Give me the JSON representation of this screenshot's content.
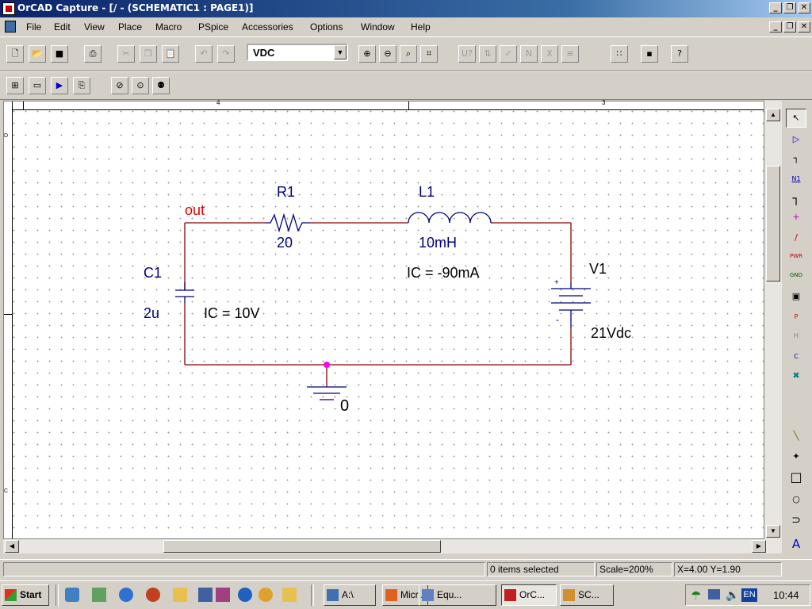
{
  "window": {
    "title": "OrCAD Capture - [/ - (SCHEMATIC1 : PAGE1)]"
  },
  "menu": [
    "File",
    "Edit",
    "View",
    "Place",
    "Macro",
    "PSpice",
    "Accessories",
    "Options",
    "Window",
    "Help"
  ],
  "toolbar": {
    "part_combo_value": "VDC"
  },
  "ruler": {
    "top_left_number": "4",
    "top_right_number": "3",
    "side_top_letter": "D",
    "side_bottom_letter": "C"
  },
  "schematic": {
    "net_out_label": "out",
    "r1": {
      "ref": "R1",
      "value": "20"
    },
    "l1": {
      "ref": "L1",
      "value": "10mH",
      "ic": "IC = -90mA"
    },
    "c1": {
      "ref": "C1",
      "value": "2u",
      "ic": "IC = 10V"
    },
    "v1": {
      "ref": "V1",
      "value": "21Vdc"
    },
    "ground_label": "0",
    "colors": {
      "wire": "#8b0000",
      "label": "#00007b",
      "net_label": "#e00000",
      "junction": "#ff00ff"
    }
  },
  "palette": [
    "select-icon",
    "place-part-icon",
    "place-wire-icon",
    "place-net-alias-icon",
    "place-bus-icon",
    "place-junction-icon",
    "place-bus-entry-icon",
    "place-power-icon",
    "place-ground-icon",
    "place-hierarchical-block-icon",
    "place-port-icon",
    "place-pin-icon",
    "place-off-page-connector-icon",
    "place-no-connect-icon",
    "place-line-icon",
    "place-polyline-icon",
    "place-rectangle-icon",
    "place-ellipse-icon",
    "place-arc-icon",
    "place-text-icon"
  ],
  "palette_labels": {
    "net_alias": "N1",
    "power": "PWR",
    "ground": "GND",
    "port": "P",
    "pin": "H",
    "offpage": "C"
  },
  "status": {
    "selection": "0 items selected",
    "scale": "Scale=200%",
    "coords": "X=4.00  Y=1.90"
  },
  "taskbar": {
    "start": "Start",
    "buttons": [
      "A:\\",
      "Micr...",
      "Equ...",
      "OrC...",
      "SC..."
    ],
    "language": "EN",
    "clock": "10:44"
  }
}
